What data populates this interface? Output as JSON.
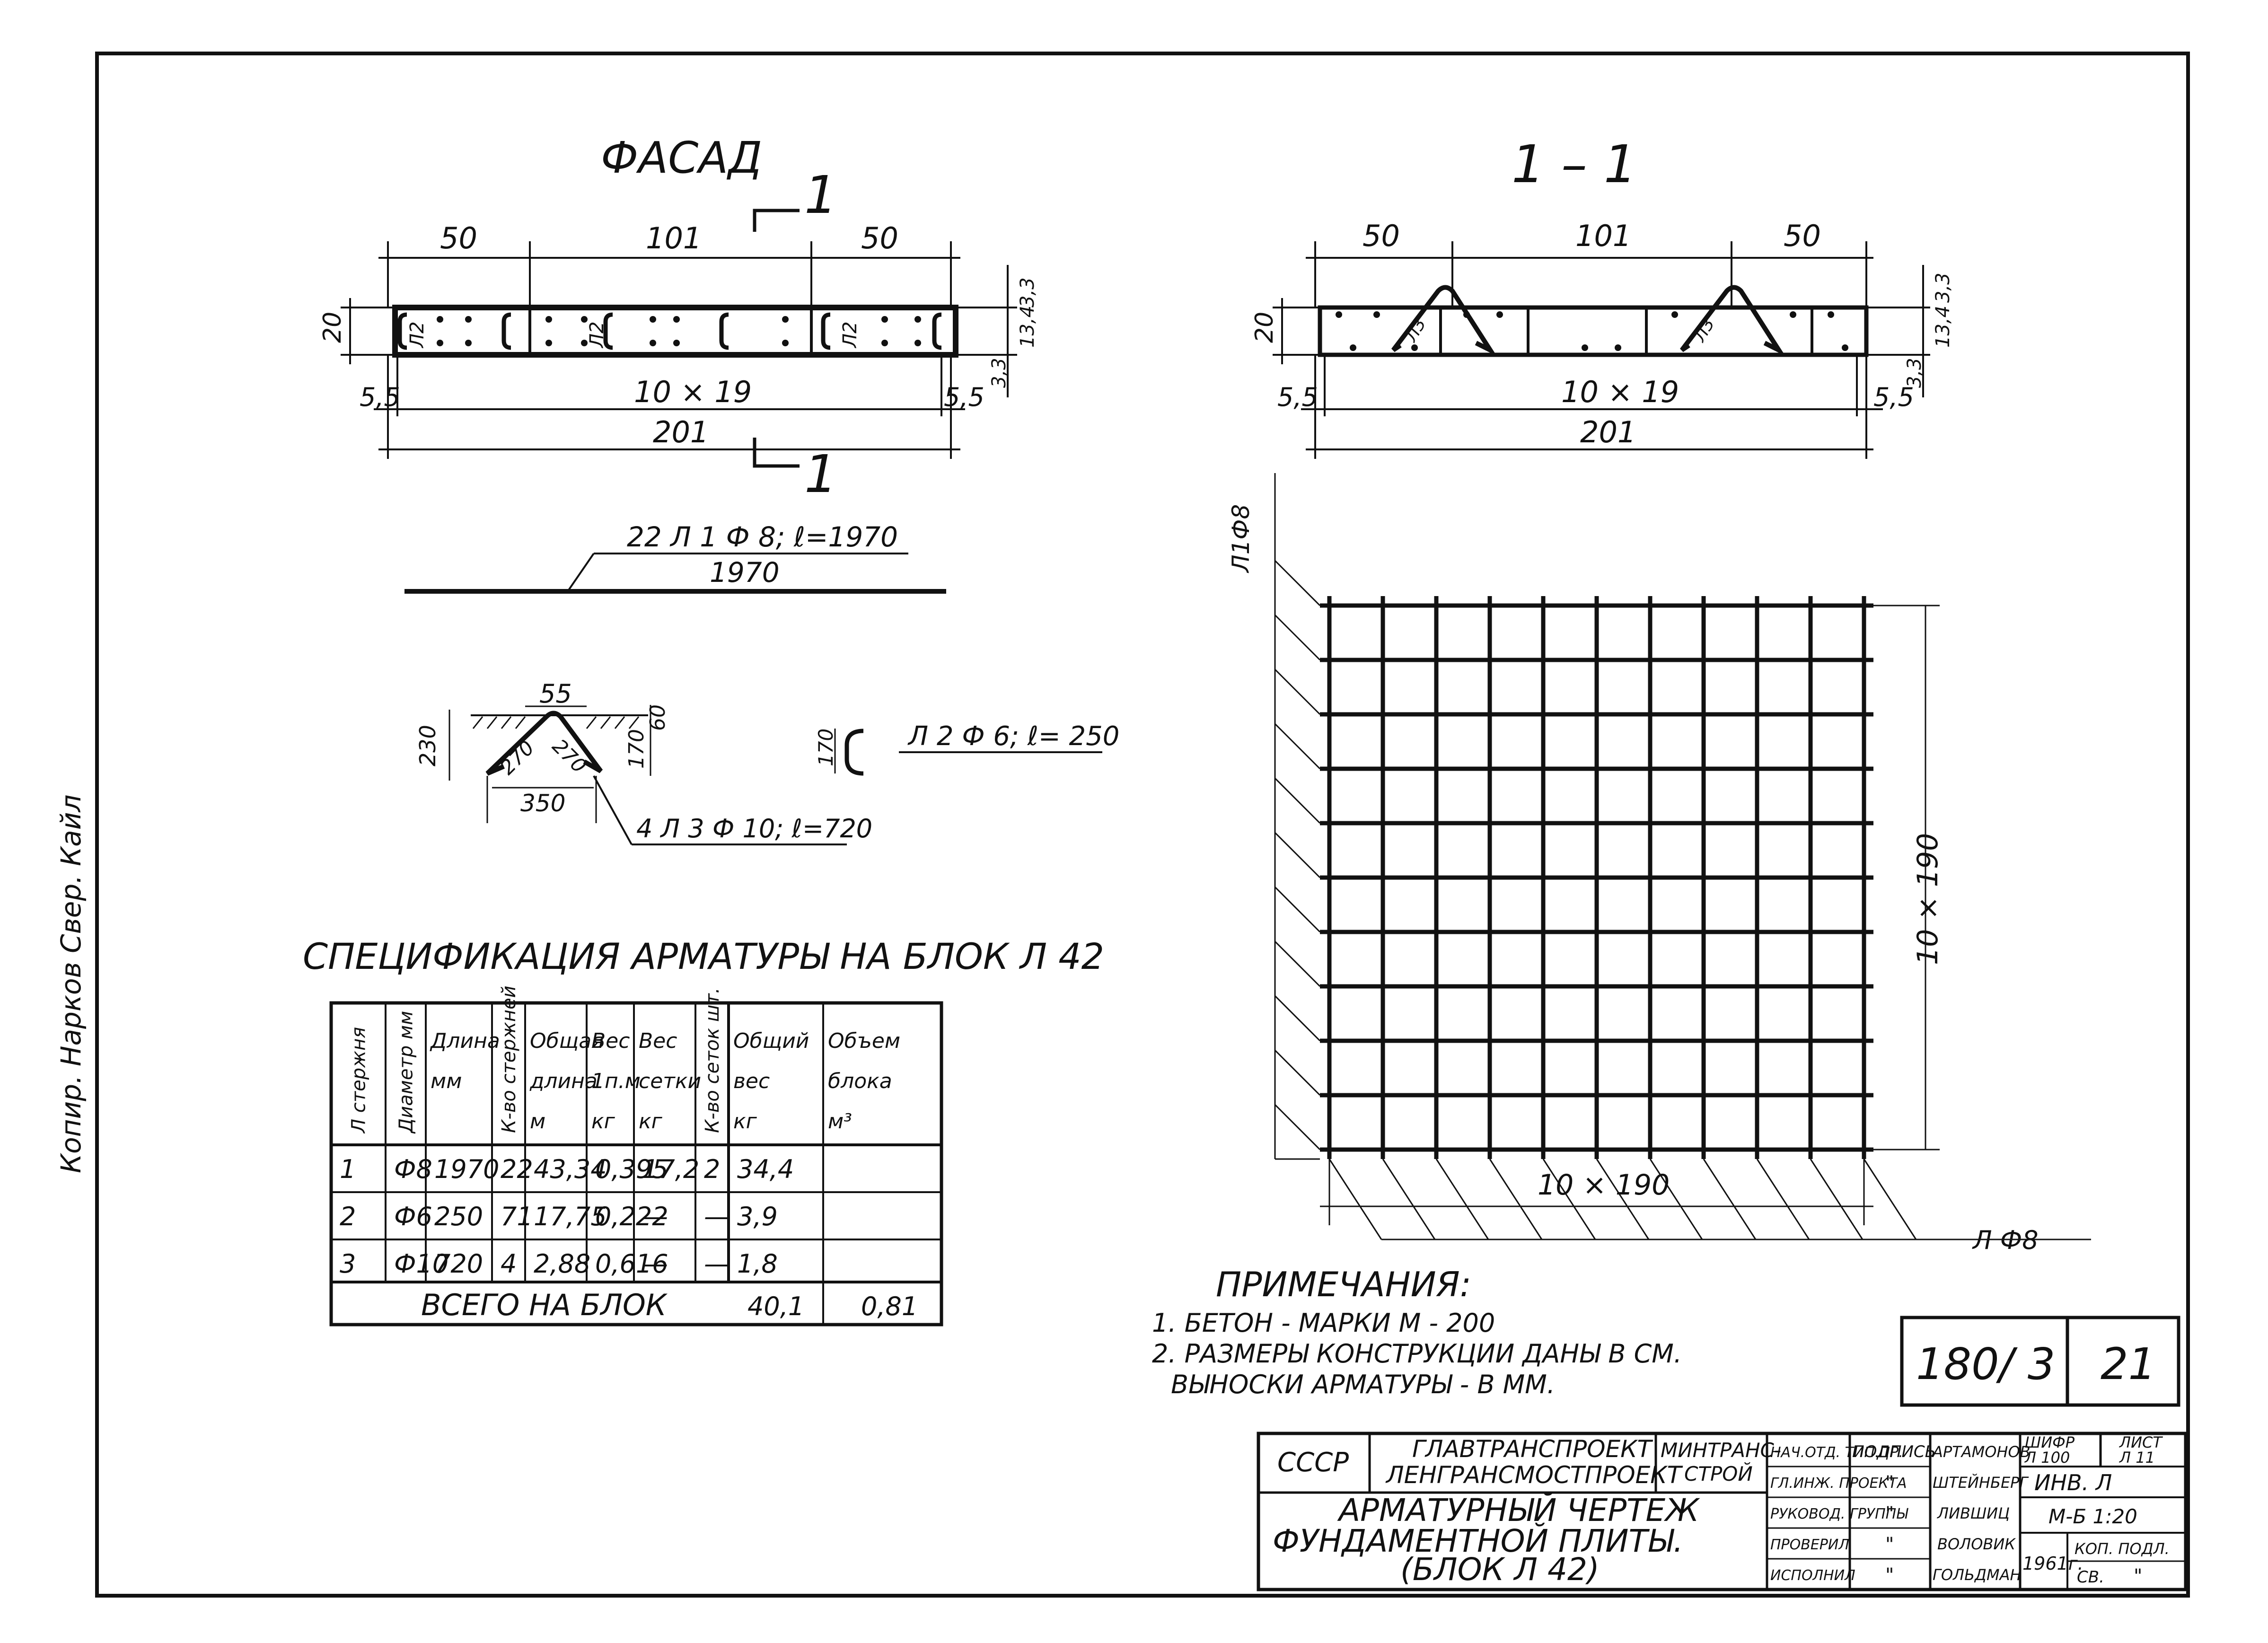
{
  "margin_note": "Копир. Нарков Свер. Кайл",
  "facade": {
    "title": "ФАСАД",
    "dims_top": [
      "50",
      "101",
      "50"
    ],
    "dim_left": "20",
    "dims_right": [
      "3,3",
      "13,4",
      "3,3"
    ],
    "edge_left": "5,5",
    "edge_right": "5,5",
    "spacing": "10 × 19",
    "total": "201",
    "bar_mark": "Л2",
    "section_mark": "1"
  },
  "bar1": {
    "callout": "22 Л 1 Ф 8; ℓ=1970",
    "length": "1970"
  },
  "bar3": {
    "top": "55",
    "left": "230",
    "right_top": "60",
    "right": "170",
    "leg_left": "270",
    "leg_right": "270",
    "base": "350",
    "callout": "4 Л 3 Ф 10; ℓ=720"
  },
  "bar2": {
    "height": "170",
    "callout": "Л 2 Ф 6; ℓ= 250"
  },
  "spec": {
    "title": "СПЕЦИФИКАЦИЯ АРМАТУРЫ НА БЛОК Л 42",
    "headers": [
      "Л стержня",
      "Диаметр мм",
      "Длина мм",
      "К-во стержней",
      "Общая длина м",
      "Вес 1п.м кг",
      "Вес сетки кг",
      "К-во сеток шт.",
      "Общий вес кг",
      "Объем блока м³"
    ],
    "rows": [
      [
        "1",
        "Ф8",
        "1970",
        "22",
        "43,34",
        "0,395",
        "17,2",
        "2",
        "34,4",
        ""
      ],
      [
        "2",
        "Ф6",
        "250",
        "71",
        "17,75",
        "0,222",
        "—",
        "—",
        "3,9",
        ""
      ],
      [
        "3",
        "Ф10",
        "720",
        "4",
        "2,88",
        "0,616",
        "—",
        "—",
        "1,8",
        ""
      ]
    ],
    "total_label": "ВСЕГО НА БЛОК",
    "total_weight": "40,1",
    "total_volume": "0,81"
  },
  "section": {
    "title": "1 – 1",
    "dims_top": [
      "50",
      "101",
      "50"
    ],
    "dim_left": "20",
    "dims_right": [
      "3,3",
      "13,4",
      "3,3"
    ],
    "edge_left": "5,5",
    "edge_right": "5,5",
    "spacing": "10 × 19",
    "total": "201",
    "bar_mark": "Л3"
  },
  "mesh": {
    "bar_label_top": "Л1Ф8",
    "bar_label_bottom": "Л Ф8",
    "dim_bottom": "10 × 190",
    "dim_right": "10 × 190"
  },
  "notes": {
    "title": "ПРИМЕЧАНИЯ:",
    "items": [
      "1. БЕТОН - МАРКИ М - 200",
      "2. РАЗМЕРЫ КОНСТРУКЦИИ ДАНЫ В СМ.",
      "ВЫНОСКИ АРМАТУРЫ - В ММ."
    ]
  },
  "sheet_box": {
    "code": "180/ 3",
    "sheet": "21"
  },
  "title_block": {
    "country": "СССР",
    "org1": "ГЛАВТРАНСПРОЕКТ",
    "org2": "ЛЕНГРАНСМОСТПРОЕКТ",
    "ministry1": "МИНТРАНС-",
    "ministry2": "СТРОЙ",
    "title1": "АРМАТУРНЫЙ ЧЕРТЕЖ",
    "title2": "ФУНДАМЕНТНОЙ ПЛИТЫ.",
    "title3": "(БЛОК Л 42)",
    "roles": [
      "НАЧ.ОТД. ТИП.ПР.",
      "ГЛ.ИНЖ. ПРОЕКТА",
      "РУКОВОД. ГРУППЫ",
      "ПРОВЕРИЛ",
      "ИСПОЛНИЛ"
    ],
    "sign_header": "ПОДПИСЬ",
    "signs": [
      "\"",
      "\"",
      "\"",
      "\""
    ],
    "names": [
      "АРТАМОНОВ",
      "ШТЕЙНБЕРГ",
      "ЛИВШИЦ",
      "ВОЛОВИК",
      "ГОЛЬДМАН"
    ],
    "shifr_label": "ШИФР",
    "shifr": "Л 100",
    "list_label": "ЛИСТ",
    "list": "Л 11",
    "inv": "ИНВ. Л",
    "scale": "М-Б 1:20",
    "year": "1961г.",
    "copy_label": "КОП. ПОДЛ.",
    "copy_val": "СВ.",
    "copy_mark": "\""
  }
}
